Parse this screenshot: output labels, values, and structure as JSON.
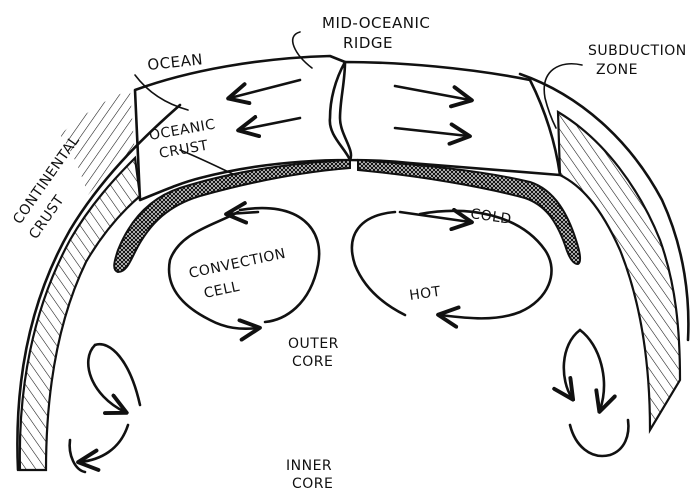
{
  "labels": {
    "mid_oceanic_ridge_1": "MID-OCEANIC",
    "mid_oceanic_ridge_2": "RIDGE",
    "ocean": "OCEAN",
    "subduction_zone_1": "SUBDUCTION",
    "subduction_zone_2": "ZONE",
    "oceanic_crust_1": "OCEANIC",
    "oceanic_crust_2": "CRUST",
    "continental_crust_1": "CONTINENTAL",
    "continental_crust_2": "CRUST",
    "convection_cell_1": "CONVECTION",
    "convection_cell_2": "CELL",
    "cold": "COLD",
    "hot": "HOT",
    "outer_core_1": "OUTER",
    "outer_core_2": "CORE",
    "inner_core_1": "INNER",
    "inner_core_2": "CORE"
  },
  "colors": {
    "ink": "#111111",
    "background": "#ffffff",
    "crosshatch_fill": "#333333"
  }
}
